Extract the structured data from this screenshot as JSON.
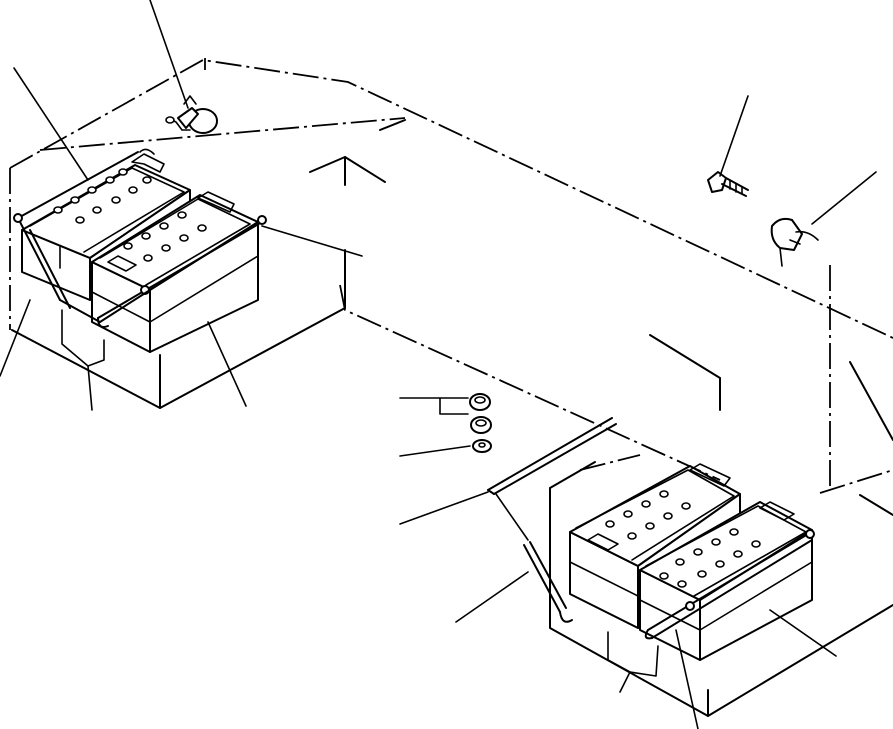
{
  "drawing": {
    "frame_color": "#000000",
    "background": "#ffffff",
    "left_battery_pair": {
      "parts": [
        "battery-left-rear",
        "battery-left-front",
        "hold-down-bar",
        "terminal-clamps",
        "mount-bracket"
      ]
    },
    "right_battery_pair": {
      "parts": [
        "battery-right-rear",
        "battery-right-front",
        "hold-down-bar",
        "terminal-clamps",
        "mount-bracket"
      ]
    },
    "hardware": [
      "relay",
      "bolt",
      "cable-clamp",
      "nut",
      "nut",
      "washer",
      "hold-down-rod",
      "j-bolt"
    ],
    "callout_leaders": 14
  }
}
